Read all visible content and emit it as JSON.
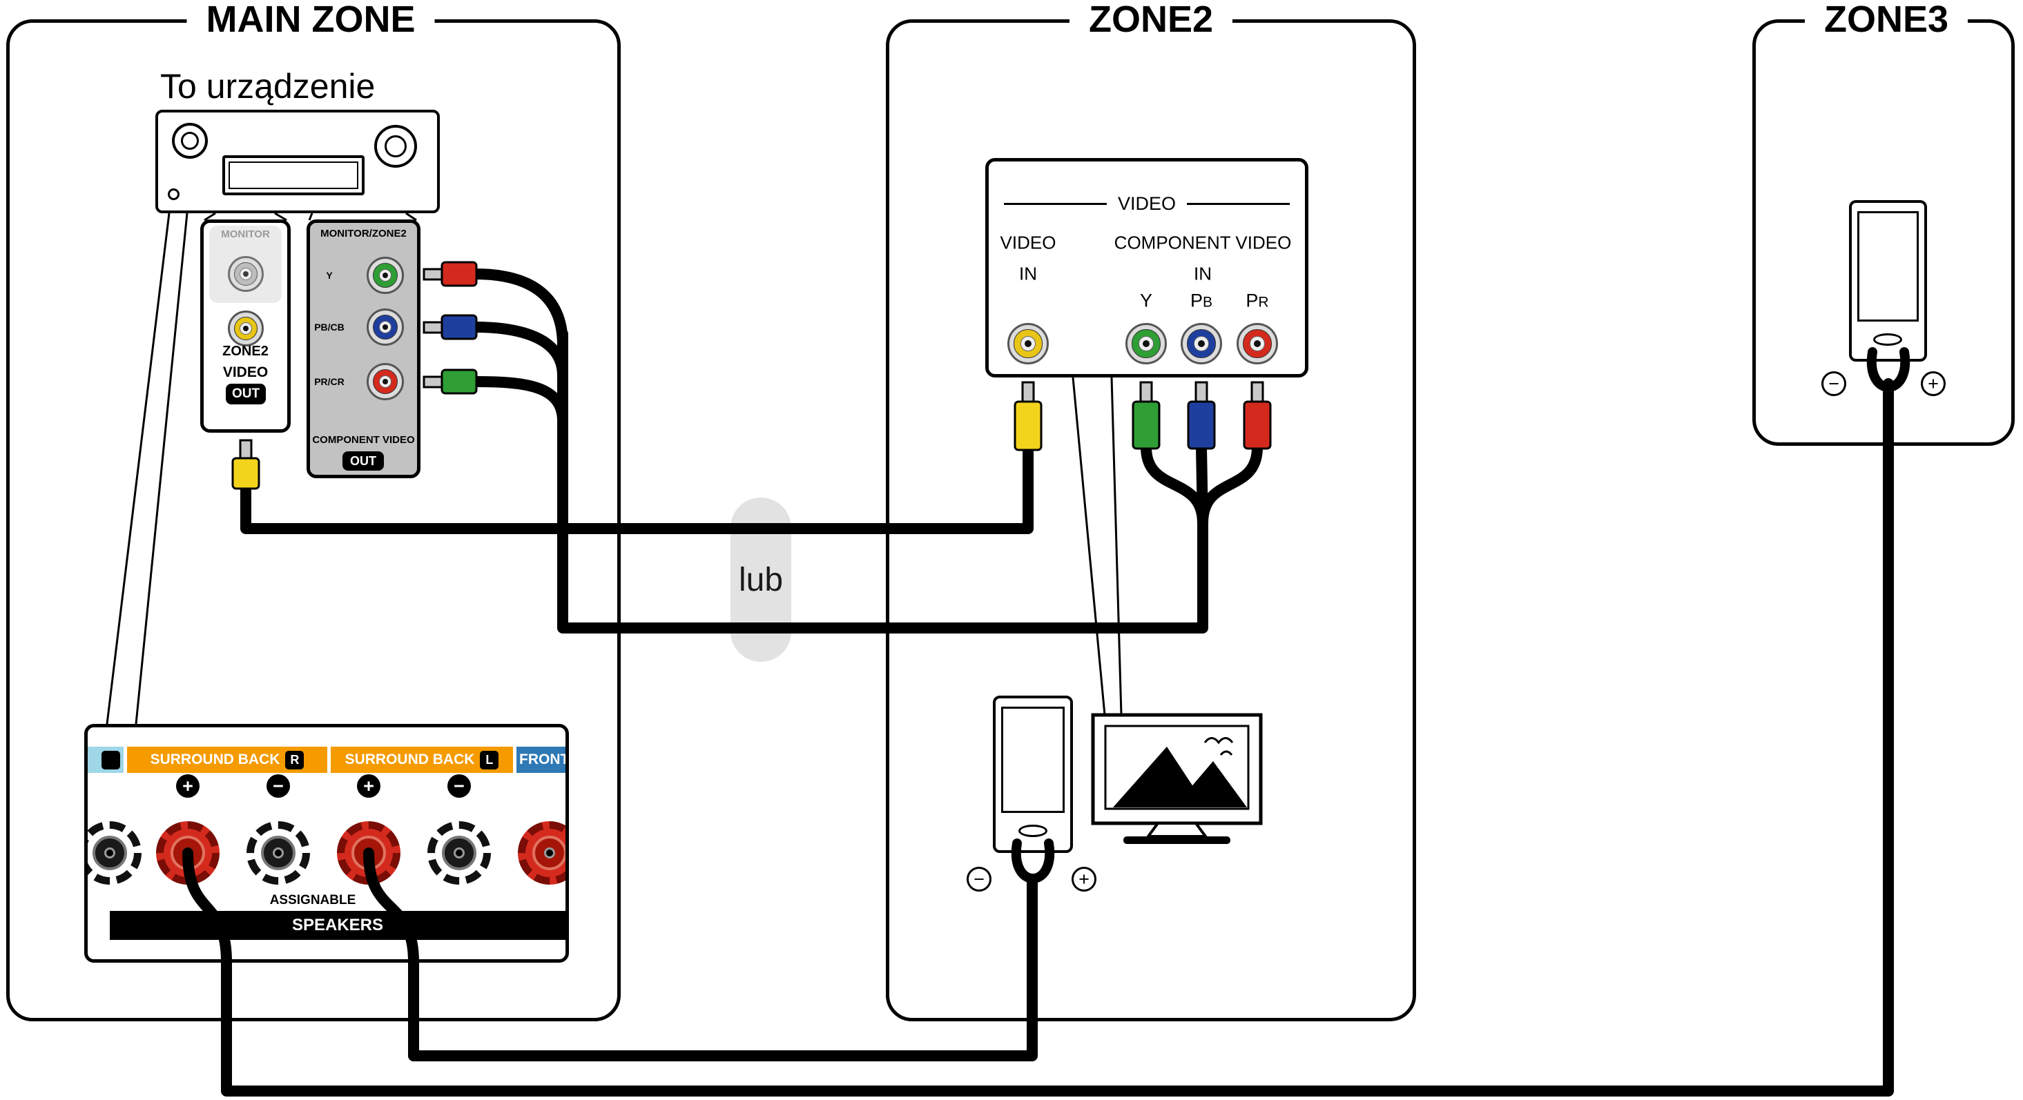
{
  "diagram": {
    "or_label": "lub",
    "symbols": {
      "plus": "+",
      "minus": "−"
    }
  },
  "zones": {
    "main": {
      "title": "MAIN ZONE"
    },
    "zone2": {
      "title": "ZONE2"
    },
    "zone3": {
      "title": "ZONE3"
    }
  },
  "main_zone": {
    "device_label": "To urządzenie",
    "monitor_out_panel": {
      "monitor_label": "MONITOR",
      "zone2_label": "ZONE2",
      "video_label": "VIDEO",
      "out_badge": "OUT"
    },
    "component_out_panel": {
      "title": "MONITOR/ZONE2",
      "jack_labels": [
        "Y",
        "PB/CB",
        "PR/CR"
      ],
      "bottom_label": "COMPONENT VIDEO",
      "out_badge": "OUT"
    },
    "speaker_panel": {
      "strip": [
        {
          "label": "SURROUND BACK",
          "badge": "R"
        },
        {
          "label": "SURROUND BACK",
          "badge": "L"
        },
        {
          "label": "FRONT"
        }
      ],
      "assignable_label": "ASSIGNABLE",
      "speakers_label": "SPEAKERS"
    }
  },
  "zone2_panel": {
    "title": "VIDEO",
    "video_in": {
      "line1": "VIDEO",
      "line2": "IN"
    },
    "component_in": {
      "line1": "COMPONENT VIDEO",
      "line2": "IN"
    },
    "jack_labels": [
      {
        "base": "Y",
        "sub": ""
      },
      {
        "base": "P",
        "sub": "B"
      },
      {
        "base": "P",
        "sub": "R"
      }
    ]
  },
  "colors": {
    "composite_video": "#f2d41c",
    "component_y": "#2f9e35",
    "component_pb": "#1f3f9f",
    "component_pr": "#d42a1e",
    "surround_back_strip": "#f59b00",
    "front_strip": "#2e79b5",
    "cut_strip": "#9fd6e8",
    "cable": "#000000"
  }
}
